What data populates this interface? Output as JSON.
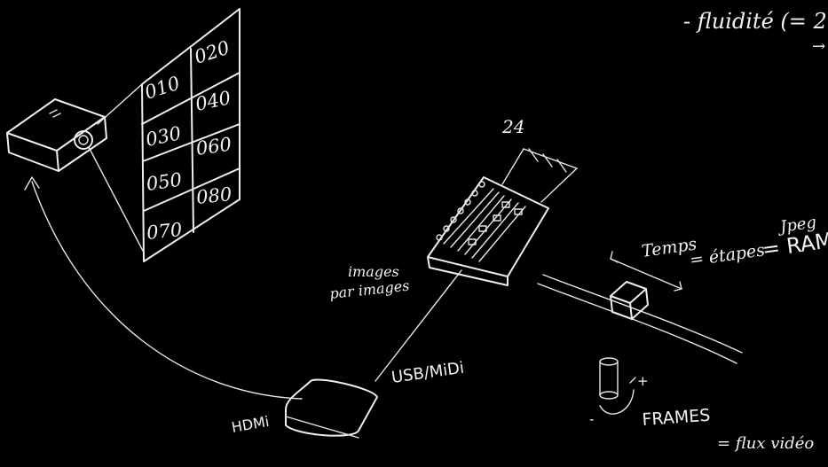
{
  "colors": {
    "background": "#000000",
    "chalk": "#f2f2f2"
  },
  "header_note": {
    "line1": "- fluidité (= 2",
    "line2": "→"
  },
  "grid_cells": [
    "010",
    "020",
    "030",
    "040",
    "050",
    "060",
    "070",
    "080"
  ],
  "labels": {
    "images": "images",
    "par_images": "par images",
    "twenty_four": "24",
    "temps": "Temps",
    "etapes": "= étapes",
    "ram": "= RAM",
    "jpeg": "Jpeg",
    "usb_midi": "USB/MiDi",
    "hdmi": "HDMi",
    "frames": "FRAMES",
    "plus": "+",
    "minus": "-",
    "flux_video": "= flux vidéo"
  }
}
